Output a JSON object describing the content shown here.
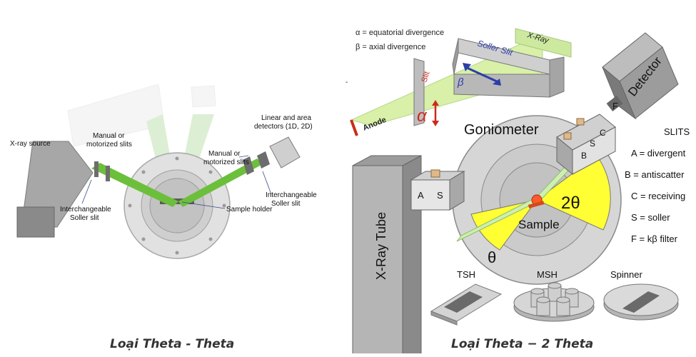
{
  "left": {
    "caption": "Loại Theta - Theta",
    "labels": {
      "xray_source": "X-ray source",
      "slits_in_1": "Manual or",
      "slits_in_2": "motorized slits",
      "slits_out_1": "Manual or",
      "slits_out_2": "motorized slits",
      "detectors_1": "Linear and area",
      "detectors_2": "detectors (1D, 2D)",
      "soller_in_1": "Interchangeable",
      "soller_in_2": "Soller slit",
      "soller_out_1": "Interchangeable",
      "soller_out_2": "Soller slit",
      "sample_holder": "Sample holder"
    }
  },
  "right": {
    "caption": "Loại Theta − 2 Theta",
    "legend_alpha": "α = equatorial divergence",
    "legend_beta": "β = axial divergence",
    "xray": "X-Ray",
    "soller_slit": "Soller Slit",
    "slit": "Slit",
    "anode": "Anode",
    "alpha": "α",
    "beta": "β",
    "goniometer": "Goniometer",
    "detector": "Detector",
    "xray_tube": "X-Ray Tube",
    "a": "A",
    "s": "S",
    "theta": "θ",
    "two_theta": "2θ",
    "sample": "Sample",
    "b": "B",
    "s2": "S",
    "c": "C",
    "f": "F",
    "slits_title": "SLITS",
    "slits_items": [
      "A = divergent",
      "B = antiscatter",
      "C = receiving",
      "S =  soller",
      "F = kβ  filter"
    ],
    "tsh": "TSH",
    "msh": "MSH",
    "spinner": "Spinner"
  }
}
